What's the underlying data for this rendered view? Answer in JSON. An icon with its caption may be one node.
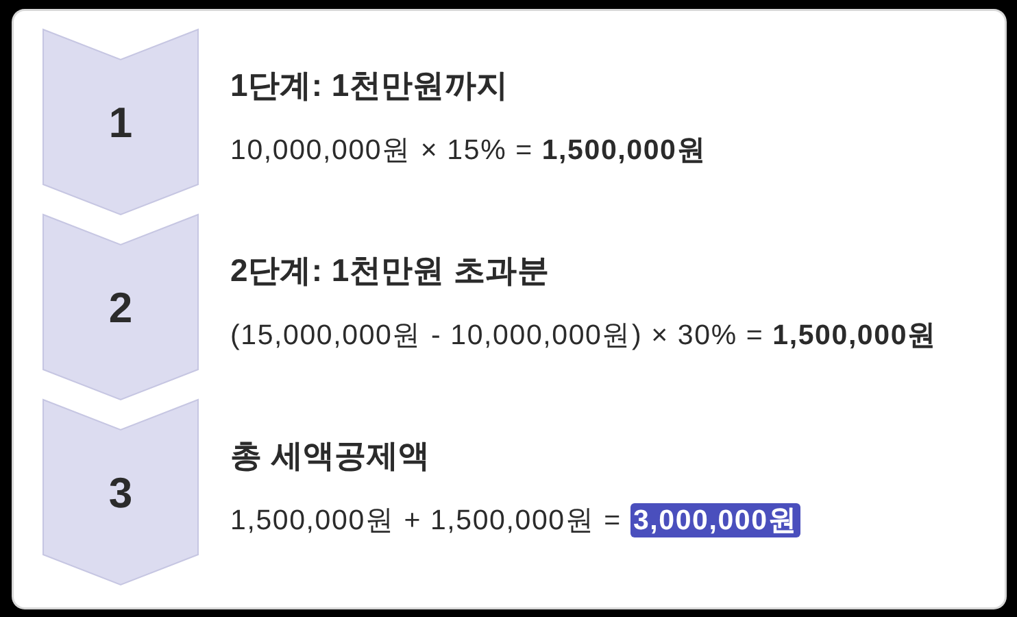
{
  "diagram": {
    "nodes": [
      {
        "text": [
          "1"
        ],
        "beside": [
          "1단계: 1천만원까지",
          "10,000,000원 × 15% = **1,500,000원**"
        ]
      },
      {
        "text": [
          "2"
        ],
        "beside": [
          "2단계: 1천만원 초과분",
          "(15,000,000원 - 10,000,000원) × 30% = **1,500,000원**"
        ]
      },
      {
        "text": [
          "3"
        ],
        "beside": [
          "총 세액공제액",
          "1,500,000원 + 1,500,000원 = **3,000,000원**"
        ]
      }
    ]
  }
}
